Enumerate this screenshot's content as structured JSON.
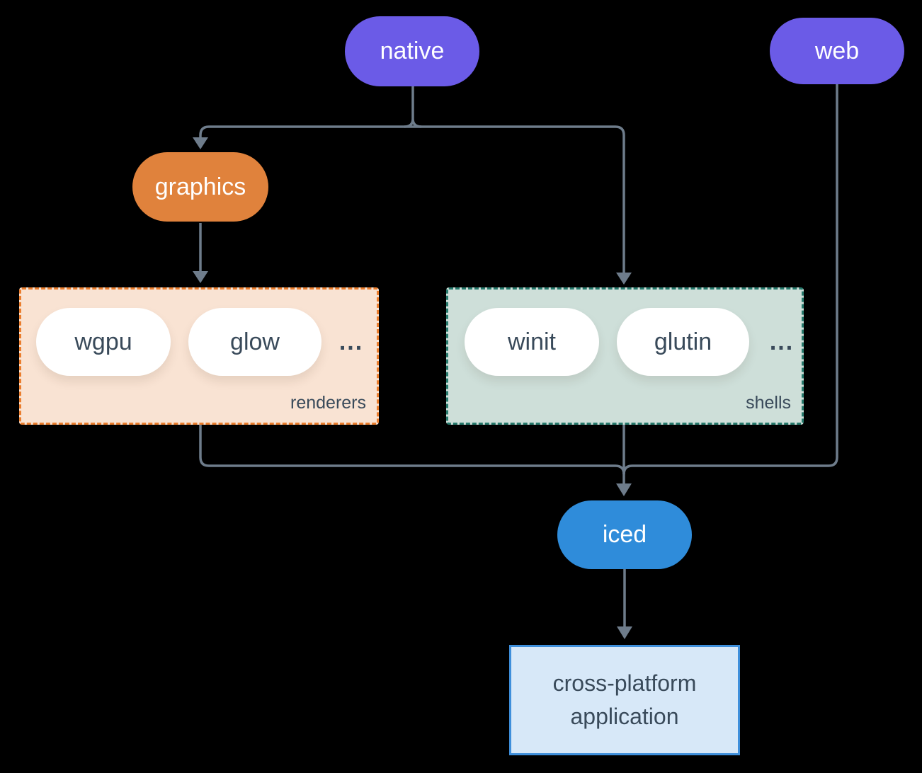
{
  "colors": {
    "bg": "#000000",
    "node-purple": "#6B5BE7",
    "node-orange": "#E0823C",
    "node-blue": "#2F8CDA",
    "renderers-fill": "#F9E3D3",
    "renderers-border": "#EA7D2D",
    "shells-fill": "#CEDFD9",
    "shells-border": "#26796C",
    "app-fill": "#D7E8F8",
    "app-border": "#3E8FDB",
    "edge": "#6E7C8B",
    "text-dark": "#394A5A",
    "text-light": "#FFFFFF",
    "pill-white": "#FFFFFF"
  },
  "nodes": {
    "native": {
      "label": "native"
    },
    "web": {
      "label": "web"
    },
    "graphics": {
      "label": "graphics"
    },
    "iced": {
      "label": "iced"
    },
    "application": {
      "lines": [
        "cross-platform",
        "application"
      ]
    }
  },
  "groups": {
    "renderers": {
      "label": "renderers",
      "items": [
        "wgpu",
        "glow"
      ],
      "ellipsis": "..."
    },
    "shells": {
      "label": "shells",
      "items": [
        "winit",
        "glutin"
      ],
      "ellipsis": "..."
    }
  },
  "edges": [
    {
      "from": "native",
      "to": "graphics"
    },
    {
      "from": "native",
      "to": "shells"
    },
    {
      "from": "graphics",
      "to": "renderers"
    },
    {
      "from": "renderers",
      "to": "iced"
    },
    {
      "from": "shells",
      "to": "iced"
    },
    {
      "from": "web",
      "to": "iced"
    },
    {
      "from": "iced",
      "to": "application"
    }
  ]
}
